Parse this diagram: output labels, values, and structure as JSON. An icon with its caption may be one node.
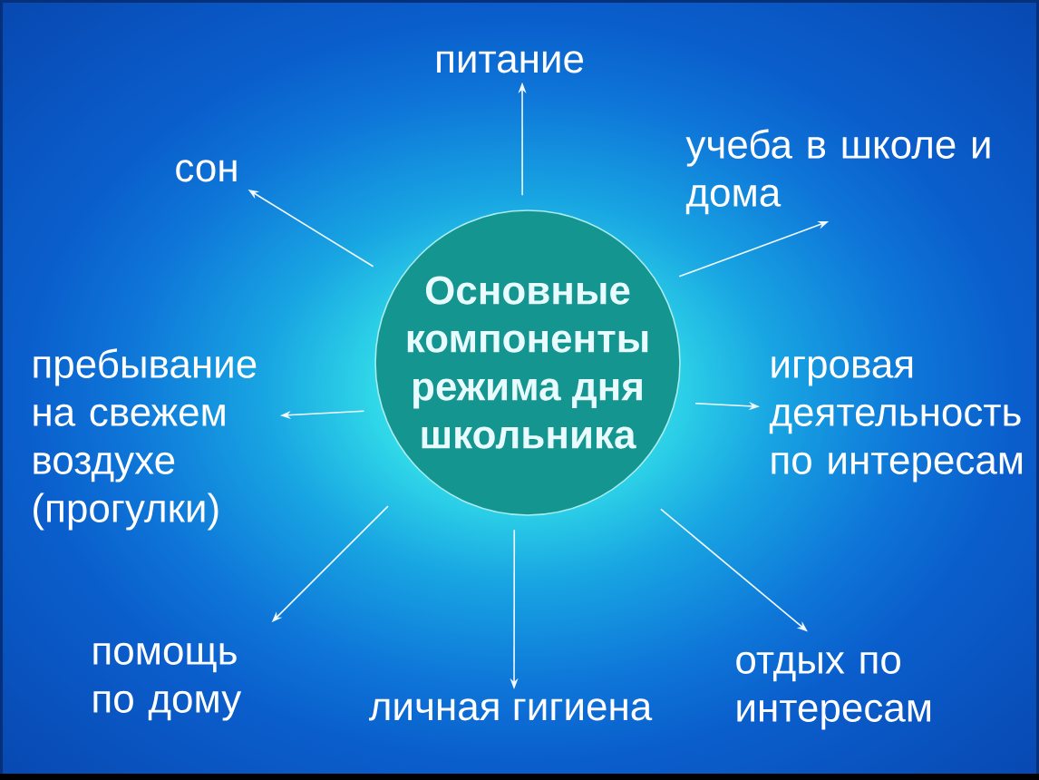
{
  "diagram": {
    "nodes": [
      {
        "text": [
          "Основные компоненты режима дня школьника"
        ]
      },
      {
        "text": [
          "питание"
        ]
      },
      {
        "text": [
          "учеба в школе и дома"
        ]
      },
      {
        "text": [
          "игровая деятельность по интересам"
        ]
      },
      {
        "text": [
          "отдых по интересам"
        ]
      },
      {
        "text": [
          "личная гигиена"
        ]
      },
      {
        "text": [
          "помощь по дому"
        ]
      },
      {
        "text": [
          "пребывание на свежем воздухе (прогулки)"
        ]
      },
      {
        "text": [
          "сон"
        ]
      }
    ],
    "edges": [
      {
        "from": 0,
        "to": 1,
        "arrow": "to"
      },
      {
        "from": 0,
        "to": 2,
        "arrow": "to"
      },
      {
        "from": 0,
        "to": 3,
        "arrow": "to"
      },
      {
        "from": 0,
        "to": 4,
        "arrow": "to"
      },
      {
        "from": 0,
        "to": 5,
        "arrow": "to"
      },
      {
        "from": 0,
        "to": 6,
        "arrow": "to"
      },
      {
        "from": 0,
        "to": 7,
        "arrow": "to"
      },
      {
        "from": 0,
        "to": 8,
        "arrow": "to"
      }
    ]
  }
}
